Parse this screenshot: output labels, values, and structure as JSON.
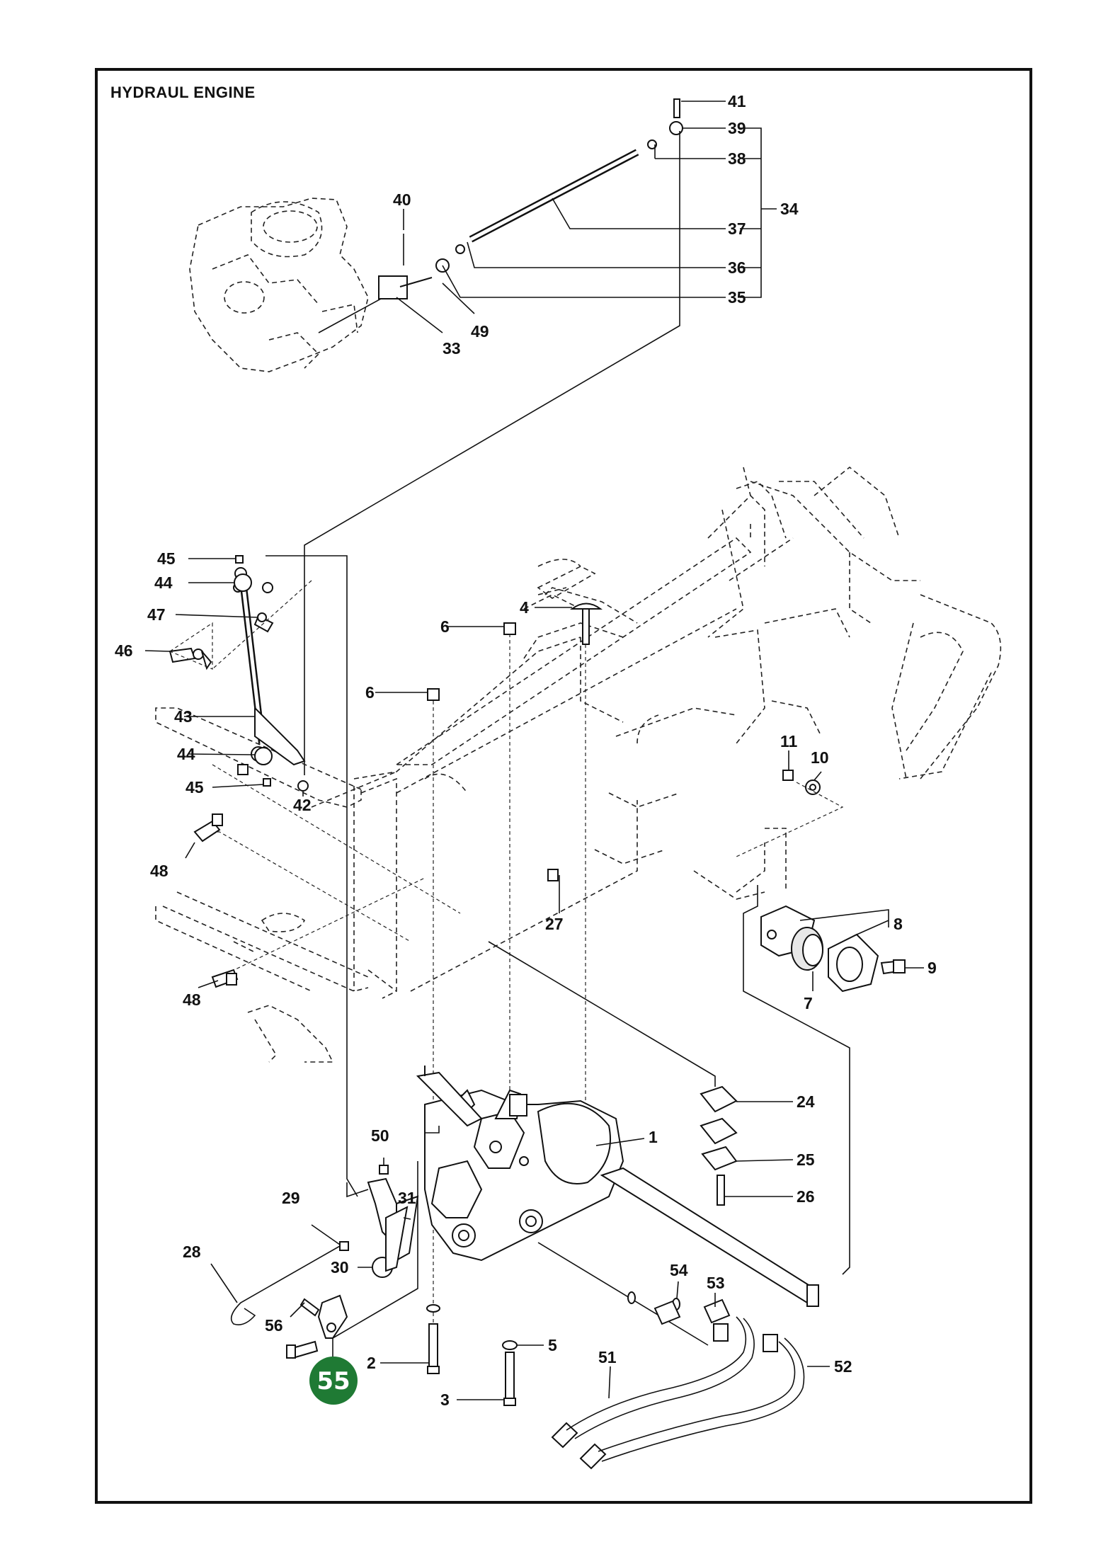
{
  "diagram": {
    "title": "HYDRAUL ENGINE",
    "highlight_color": "#1f7a34",
    "highlight_label": "55",
    "labels": [
      {
        "id": "41",
        "text": "41"
      },
      {
        "id": "39",
        "text": "39"
      },
      {
        "id": "38",
        "text": "38"
      },
      {
        "id": "34",
        "text": "34"
      },
      {
        "id": "40",
        "text": "40"
      },
      {
        "id": "37",
        "text": "37"
      },
      {
        "id": "36",
        "text": "36"
      },
      {
        "id": "35",
        "text": "35"
      },
      {
        "id": "49",
        "text": "49"
      },
      {
        "id": "33",
        "text": "33"
      },
      {
        "id": "45a",
        "text": "45"
      },
      {
        "id": "44a",
        "text": "44"
      },
      {
        "id": "47",
        "text": "47"
      },
      {
        "id": "46",
        "text": "46"
      },
      {
        "id": "4",
        "text": "4"
      },
      {
        "id": "6a",
        "text": "6"
      },
      {
        "id": "6b",
        "text": "6"
      },
      {
        "id": "43",
        "text": "43"
      },
      {
        "id": "44b",
        "text": "44"
      },
      {
        "id": "45b",
        "text": "45"
      },
      {
        "id": "42",
        "text": "42"
      },
      {
        "id": "11",
        "text": "11"
      },
      {
        "id": "10",
        "text": "10"
      },
      {
        "id": "48a",
        "text": "48"
      },
      {
        "id": "27",
        "text": "27"
      },
      {
        "id": "8",
        "text": "8"
      },
      {
        "id": "9",
        "text": "9"
      },
      {
        "id": "48b",
        "text": "48"
      },
      {
        "id": "7",
        "text": "7"
      },
      {
        "id": "24",
        "text": "24"
      },
      {
        "id": "1",
        "text": "1"
      },
      {
        "id": "50",
        "text": "50"
      },
      {
        "id": "25",
        "text": "25"
      },
      {
        "id": "29",
        "text": "29"
      },
      {
        "id": "31",
        "text": "31"
      },
      {
        "id": "26",
        "text": "26"
      },
      {
        "id": "28",
        "text": "28"
      },
      {
        "id": "30",
        "text": "30"
      },
      {
        "id": "54",
        "text": "54"
      },
      {
        "id": "53",
        "text": "53"
      },
      {
        "id": "56",
        "text": "56"
      },
      {
        "id": "5",
        "text": "5"
      },
      {
        "id": "51",
        "text": "51"
      },
      {
        "id": "2",
        "text": "2"
      },
      {
        "id": "52",
        "text": "52"
      },
      {
        "id": "3",
        "text": "3"
      }
    ]
  }
}
